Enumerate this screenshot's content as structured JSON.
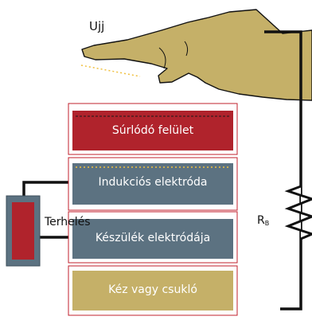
{
  "finger_label": "Ujj",
  "layers": {
    "friction": "Súrlódó felület",
    "induction": "Indukciós elektróda",
    "device": "Készülék elektródája",
    "hand": "Kéz vagy csukló"
  },
  "load_label": "Terhelés",
  "resistor_label": "R",
  "resistor_subscript": "B",
  "colors": {
    "friction": "#b0232c",
    "electrode": "#5c7281",
    "hand_skin": "#c5b068",
    "wire": "#111111",
    "outline": "#c0202e",
    "dots": "#f0c040"
  }
}
